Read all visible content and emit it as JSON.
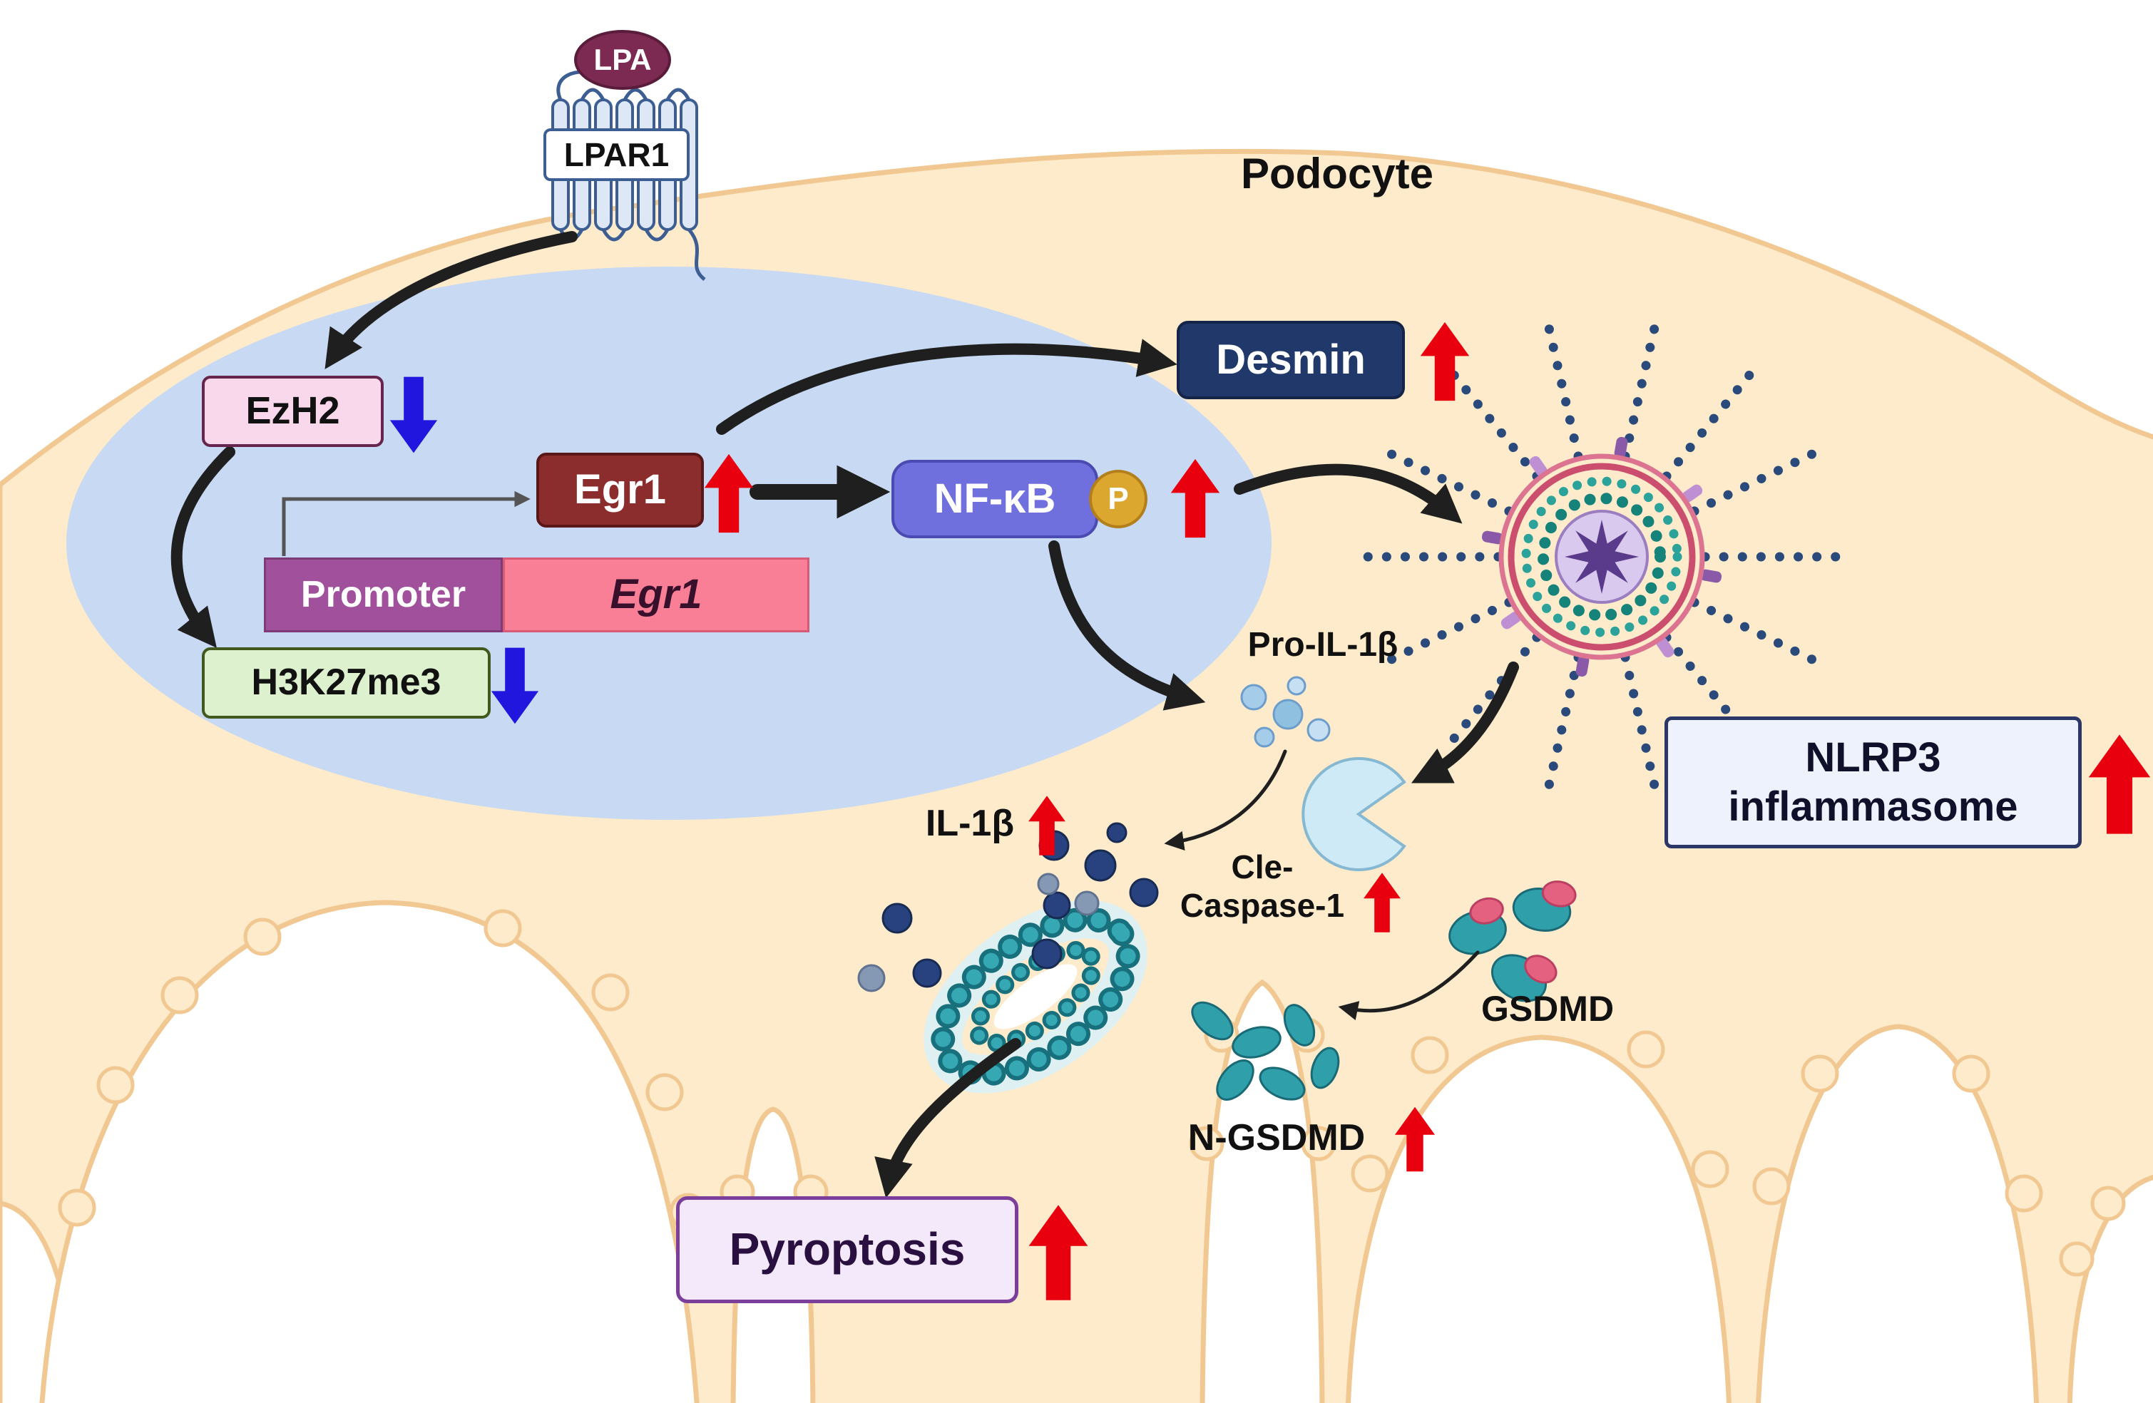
{
  "figure": {
    "cell_label": "Podocyte"
  },
  "receptor": {
    "ligand": "LPA",
    "name": "LPAR1"
  },
  "nucleus": {
    "ezh2": "EzH2",
    "egr1": "Egr1",
    "promoter": "Promoter",
    "egr1_gene": "Egr1",
    "h3k27me3": "H3K27me3"
  },
  "cytoplasm": {
    "nfkb": "NF-κB",
    "phospho": "P",
    "desmin": "Desmin",
    "nlrp3": {
      "line1": "NLRP3",
      "line2": "inflammasome"
    },
    "pro_il1b": "Pro-IL-1β",
    "il1b": "IL-1β",
    "cle_caspase1": {
      "line1": "Cle-",
      "line2": "Caspase-1"
    },
    "gsdmd": "GSDMD",
    "n_gsdmd": "N-GSDMD",
    "pyroptosis": "Pyroptosis"
  },
  "regulation": {
    "up_arrow_color": "#e8000f",
    "down_arrow_color": "#2016dd",
    "increased": [
      "Egr1",
      "NF-κB",
      "Desmin",
      "NLRP3 inflammasome",
      "IL-1β",
      "Cle-Caspase-1",
      "N-GSDMD",
      "Pyroptosis"
    ],
    "decreased": [
      "EzH2",
      "H3K27me3"
    ]
  }
}
